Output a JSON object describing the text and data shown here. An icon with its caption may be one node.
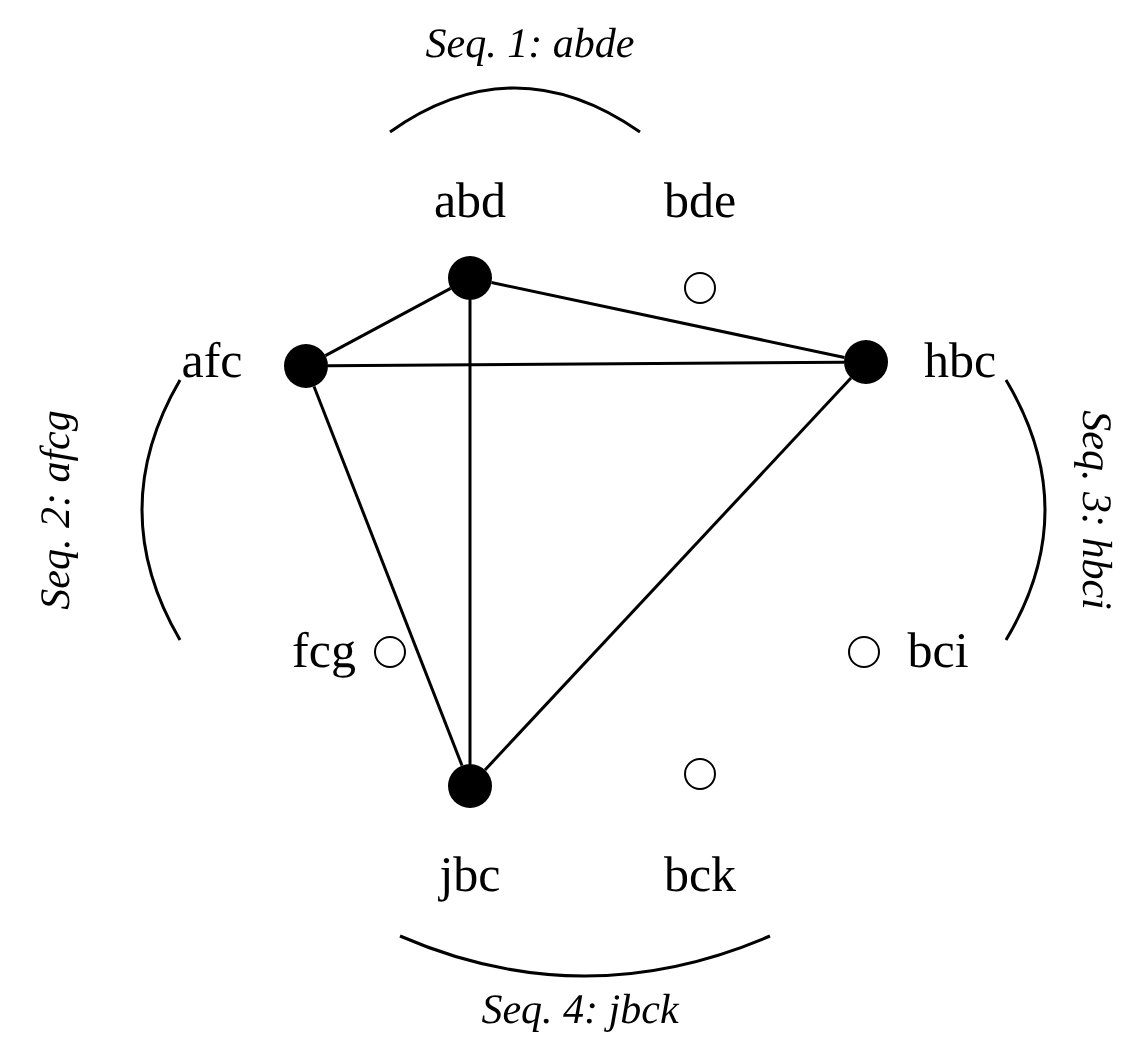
{
  "diagram": {
    "nodes": [
      {
        "text": [],
        "shape": "dot",
        "beside": [
          "abd"
        ]
      },
      {
        "text": [],
        "shape": "circle",
        "beside": [
          "bde"
        ]
      },
      {
        "text": [],
        "shape": "dot",
        "beside": [
          "afc"
        ]
      },
      {
        "text": [],
        "shape": "dot",
        "beside": [
          "hbc"
        ]
      },
      {
        "text": [],
        "shape": "circle",
        "beside": [
          "fcg"
        ]
      },
      {
        "text": [],
        "shape": "circle",
        "beside": [
          "bci"
        ]
      },
      {
        "text": [],
        "shape": "dot",
        "beside": [
          "jbc"
        ]
      },
      {
        "text": [],
        "shape": "circle",
        "beside": [
          "bck"
        ]
      }
    ],
    "edges": [
      {
        "from": 0,
        "to": 2,
        "arrow": "none"
      },
      {
        "from": 0,
        "to": 3,
        "arrow": "none"
      },
      {
        "from": 0,
        "to": 6,
        "arrow": "none"
      },
      {
        "from": 2,
        "to": 3,
        "arrow": "none"
      },
      {
        "from": 2,
        "to": 6,
        "arrow": "none"
      },
      {
        "from": 3,
        "to": 6,
        "arrow": "none"
      }
    ],
    "labels": [
      "Seq. 1: abde",
      "Seq. 2: afcg",
      "Seq. 3: hbci",
      "Seq. 4: jbck"
    ]
  }
}
